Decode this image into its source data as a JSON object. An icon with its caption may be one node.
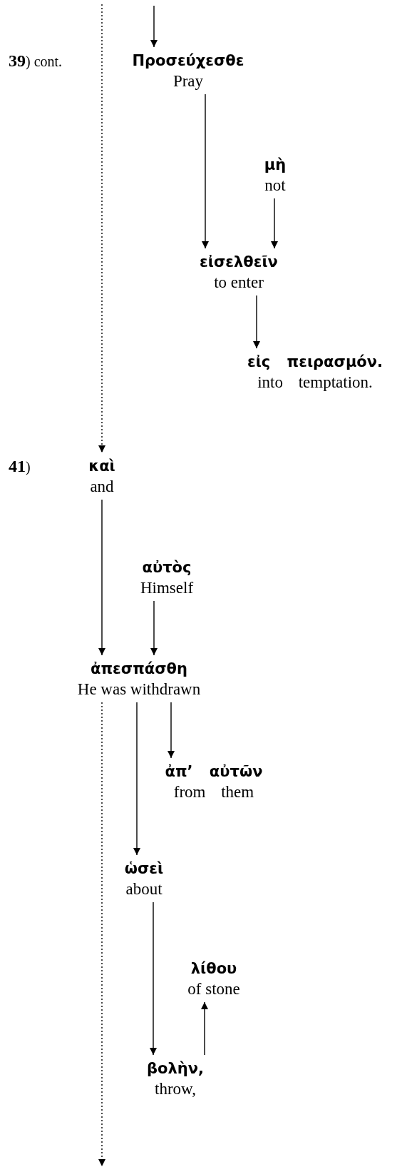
{
  "diagram": {
    "nodes": [
      {
        "text": [
          "Προσεύχεσθε",
          "Pray"
        ]
      },
      {
        "text": [
          "μὴ",
          "not"
        ]
      },
      {
        "text": [
          "εἰσελθεῖν",
          "to enter"
        ]
      },
      {
        "text": [
          "εἰς πειρασμόν.",
          "into temptation."
        ]
      },
      {
        "text": [
          "καὶ",
          "and"
        ]
      },
      {
        "text": [
          "αὐτὸς",
          "Himself"
        ]
      },
      {
        "text": [
          "ἀπεσπάσθη",
          "He was withdrawn"
        ]
      },
      {
        "text": [
          "ἀπ’ αὐτῶν",
          "from them"
        ]
      },
      {
        "text": [
          "ὡσεὶ",
          "about"
        ]
      },
      {
        "text": [
          "λίθου",
          "of stone"
        ]
      },
      {
        "text": [
          "βολὴν,",
          "throw,"
        ]
      }
    ],
    "edges": [
      {
        "from": null,
        "to": 0,
        "arrow": "to"
      },
      {
        "from": 0,
        "to": 2,
        "arrow": "to"
      },
      {
        "from": 1,
        "to": 2,
        "arrow": "to"
      },
      {
        "from": 2,
        "to": 3,
        "arrow": "to"
      },
      {
        "from": null,
        "to": 4,
        "arrow": "to",
        "style": "dashed"
      },
      {
        "from": 4,
        "to": 6,
        "arrow": "to"
      },
      {
        "from": 5,
        "to": 6,
        "arrow": "to"
      },
      {
        "from": 6,
        "to": null,
        "arrow": "to",
        "style": "dashed"
      },
      {
        "from": 6,
        "to": 8,
        "arrow": "to"
      },
      {
        "from": 6,
        "to": 7,
        "arrow": "to"
      },
      {
        "from": 8,
        "to": 10,
        "arrow": "to"
      },
      {
        "from": 10,
        "to": 9,
        "arrow": "to"
      }
    ],
    "labels": [
      "**39**) cont.",
      "**41**)"
    ]
  }
}
